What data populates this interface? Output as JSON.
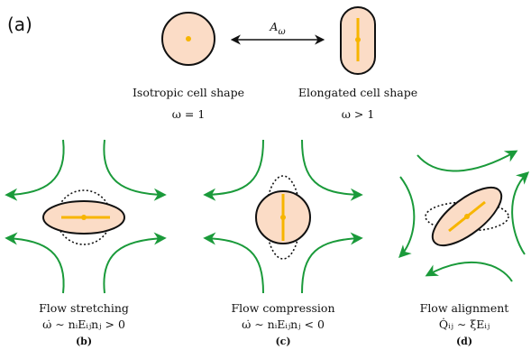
{
  "panel_a": {
    "label": "(a)",
    "arrow_label": "A_ω",
    "isotropic": {
      "title": "Isotropic cell shape",
      "condition": "ω = 1"
    },
    "elongated": {
      "title": "Elongated cell shape",
      "condition": "ω > 1"
    }
  },
  "panel_b": {
    "title": "Flow stretching",
    "formula": "ω̇ ∼ nᵢEᵢⱼnⱼ > 0",
    "label": "(b)"
  },
  "panel_c": {
    "title": "Flow compression",
    "formula": "ω̇ ∼ nᵢEᵢⱼnⱼ < 0",
    "label": "(c)"
  },
  "panel_d": {
    "title": "Flow alignment",
    "formula": "Q̇ᵢⱼ ∼ ξEᵢⱼ",
    "label": "(d)"
  },
  "colors": {
    "cell_fill": "#fbdcc6",
    "director": "#f7b500",
    "flow": "#1a9a3a",
    "outline": "#111111"
  }
}
